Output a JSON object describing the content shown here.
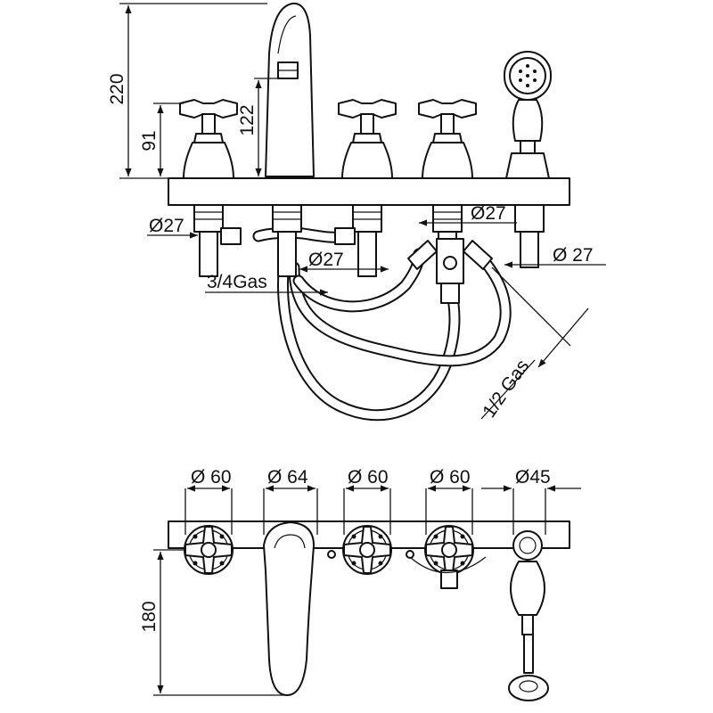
{
  "labels": {
    "h_total": "220",
    "h_spout": "122",
    "h_handle": "91",
    "d27_left": "Ø27",
    "d27_center": "Ø27",
    "d27_right": "Ø27",
    "d27_far_right": "Ø 27",
    "gas_34": "3/4Gas",
    "gas_12": "1/2 Gas",
    "d60_1": "Ø 60",
    "d64": "Ø 64",
    "d60_2": "Ø 60",
    "d60_3": "Ø 60",
    "d45": "Ø45",
    "h_180": "180"
  }
}
